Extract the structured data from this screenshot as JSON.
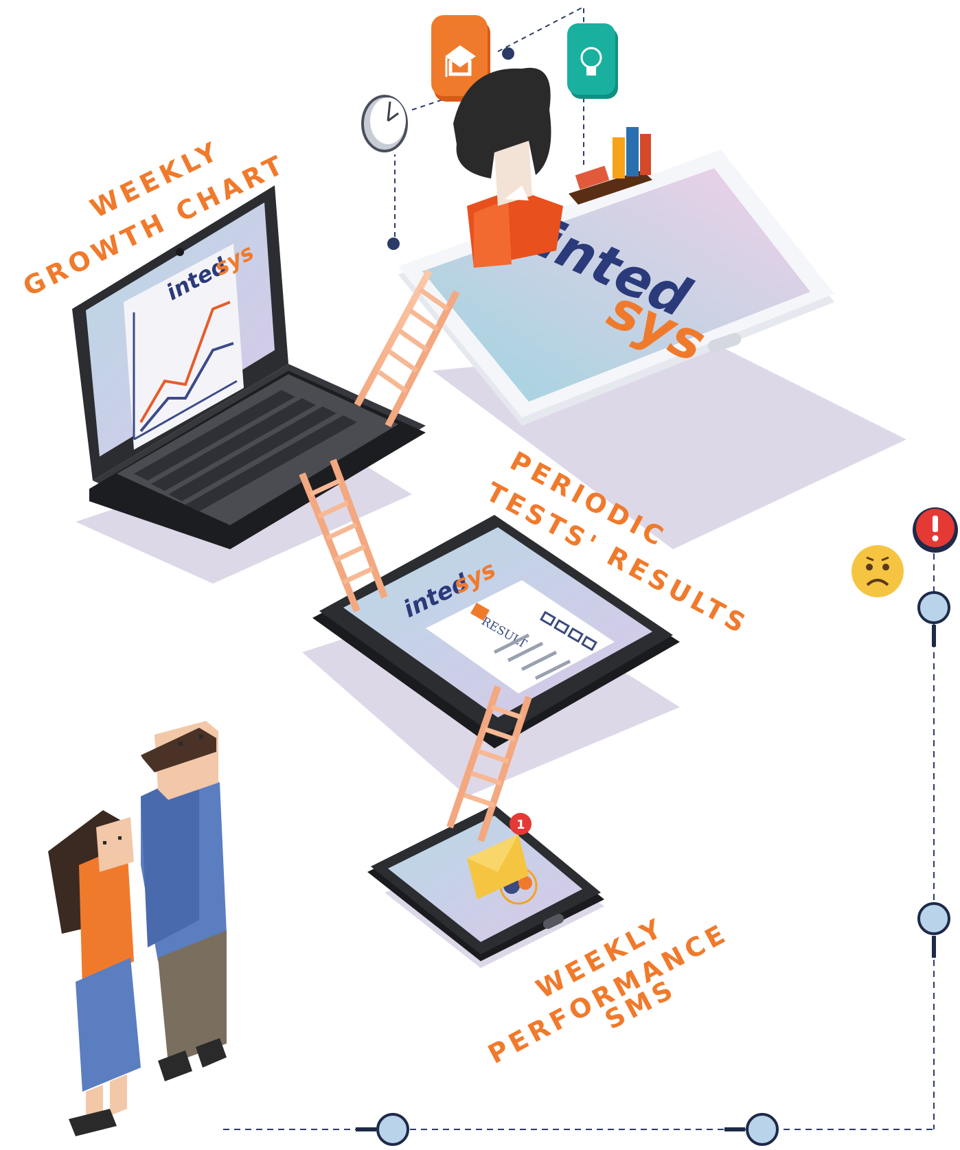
{
  "labels": {
    "growth_line1": "WEEKLY",
    "growth_line2": "GROWTH CHART",
    "tests_line1": "PERIODIC",
    "tests_line2": "TESTS' RESULTS",
    "sms_line1": "WEEKLY",
    "sms_line2": "PERFORMANCE",
    "sms_line3": "SMS"
  },
  "brand": {
    "part1": "inted",
    "part2": "sys"
  },
  "result_card": {
    "title": "RESULT"
  },
  "notification": {
    "count": "1"
  },
  "colors": {
    "accent": "#f07a2c",
    "brand_blue": "#2b3a7a",
    "shadow": "#d9d4e6",
    "device_dark": "#2b2d31",
    "alert_red": "#e53935"
  },
  "icons": [
    "graduation-cap-icon",
    "lightbulb-icon",
    "clock-icon",
    "books-icon",
    "alert-icon",
    "sad-face-icon",
    "magnifier-icon",
    "envelope-icon",
    "brain-gear-icon"
  ]
}
